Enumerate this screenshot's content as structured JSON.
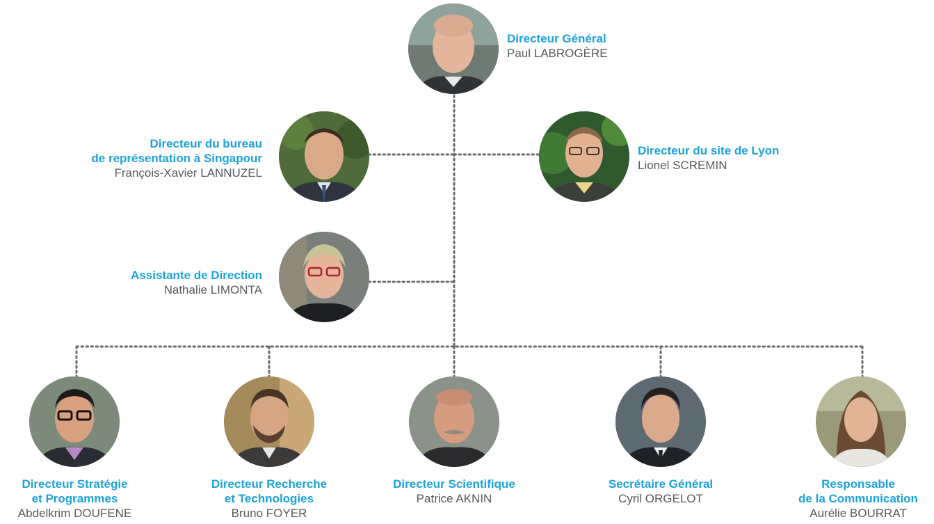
{
  "colors": {
    "role": "#1aa3dd",
    "name": "#555a5e",
    "connector": "#6b6b6b"
  },
  "nodes": {
    "dg": {
      "role": "Directeur Général",
      "name": "Paul LABROGÈRE",
      "photo": "portrait-photo"
    },
    "sing": {
      "role": "Directeur du bureau\nde représentation à Singapour",
      "name": "François-Xavier LANNUZEL",
      "photo": "portrait-photo"
    },
    "lyon": {
      "role": "Directeur du site de Lyon",
      "name": "Lionel SCREMIN",
      "photo": "portrait-photo"
    },
    "asst": {
      "role": "Assistante de Direction",
      "name": "Nathalie LIMONTA",
      "photo": "portrait-photo"
    },
    "strat": {
      "role": "Directeur Stratégie\net Programmes",
      "name": "Abdelkrim DOUFENE",
      "photo": "portrait-photo"
    },
    "rech": {
      "role": "Directeur Recherche\net Technologies",
      "name": "Bruno FOYER",
      "photo": "portrait-photo"
    },
    "sci": {
      "role": "Directeur Scientifique",
      "name": "Patrice AKNIN",
      "photo": "portrait-photo"
    },
    "sg": {
      "role": "Secrétaire Général",
      "name": "Cyril ORGELOT",
      "photo": "portrait-photo"
    },
    "comm": {
      "role": "Responsable\nde la Communication",
      "name": "Aurélie BOURRAT",
      "photo": "portrait-photo"
    }
  }
}
